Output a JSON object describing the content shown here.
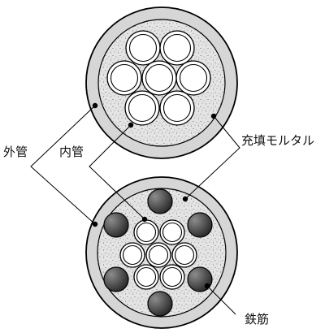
{
  "labels": {
    "outer_pipe": "外管",
    "inner_pipe": "内管",
    "fill_mortar": "充填モルタル",
    "rebar": "鉄筋"
  },
  "colors": {
    "outer_ring": "#d6d6d6",
    "mortar": "#e4e4e4",
    "pipe_wall": "#ffffff",
    "rebar_dark": "#3a3a3a",
    "rebar_light": "#8c8c8c",
    "line": "#000000"
  }
}
